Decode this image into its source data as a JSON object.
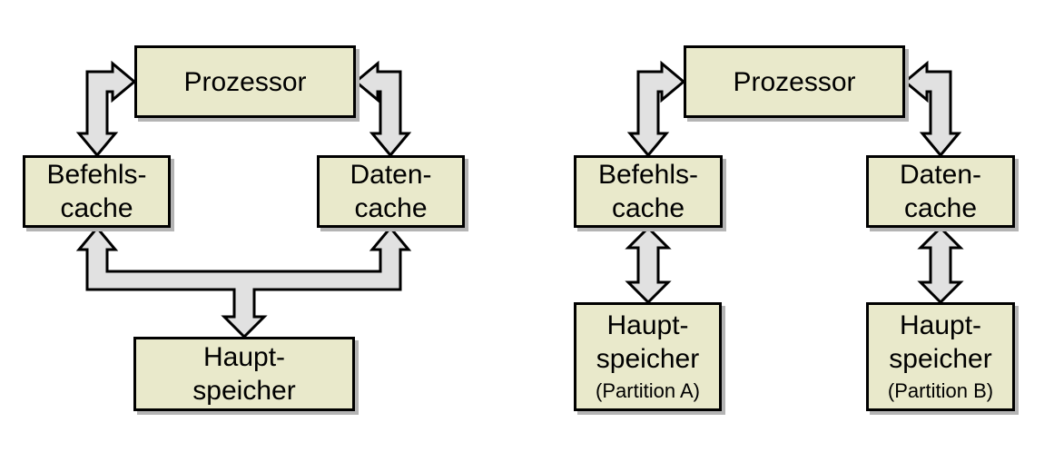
{
  "colors": {
    "page_bg": "#ffffff",
    "box_fill": "#e9e9cb",
    "box_border": "#000000",
    "box_shadow": "#b4b4b4",
    "arrow_fill": "#e1e1e1",
    "arrow_border": "#000000",
    "text": "#000000"
  },
  "left_diagram": {
    "processor_label": "Prozessor",
    "instruction_cache_label": "Befehls-\ncache",
    "data_cache_label": "Daten-\ncache",
    "main_memory_label": "Haupt-\nspeicher"
  },
  "right_diagram": {
    "processor_label": "Prozessor",
    "instruction_cache_label": "Befehls-\ncache",
    "data_cache_label": "Daten-\ncache",
    "main_memory_a_label": "Haupt-\nspeicher",
    "main_memory_a_sublabel": "(Partition A)",
    "main_memory_b_label": "Haupt-\nspeicher",
    "main_memory_b_sublabel": "(Partition B)"
  }
}
